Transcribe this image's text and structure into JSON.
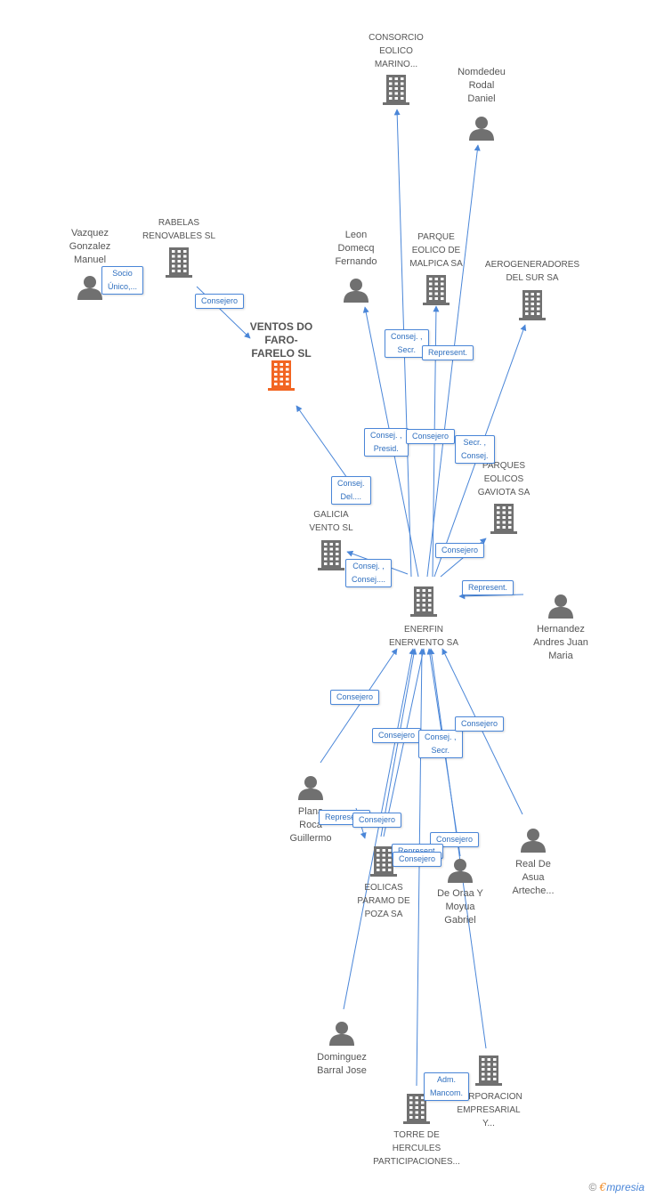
{
  "focus": {
    "name": "VENTOS DO FARO- FARELO SL"
  },
  "nodes": [
    {
      "id": "ventos",
      "type": "company",
      "focus": true,
      "lines": [
        "VENTOS DO",
        "FARO-",
        "FARELO SL"
      ]
    },
    {
      "id": "enerfin",
      "type": "company",
      "lines": [
        "ENERFIN",
        "ENERVENTO SA"
      ]
    },
    {
      "id": "consorcio",
      "type": "company",
      "lines": [
        "CONSORCIO",
        "EOLICO",
        "MARINO..."
      ]
    },
    {
      "id": "nomdedeu",
      "type": "person",
      "lines": [
        "Nomdedeu",
        "Rodal",
        "Daniel"
      ]
    },
    {
      "id": "vazquez",
      "type": "person",
      "lines": [
        "Vazquez",
        "Gonzalez",
        "Manuel"
      ]
    },
    {
      "id": "rabelas",
      "type": "company",
      "lines": [
        "RABELAS",
        "RENOVABLES SL"
      ]
    },
    {
      "id": "leon",
      "type": "person",
      "lines": [
        "Leon",
        "Domecq",
        "Fernando"
      ]
    },
    {
      "id": "parque_malpica",
      "type": "company",
      "lines": [
        "PARQUE",
        "EOLICO DE",
        "MALPICA SA"
      ]
    },
    {
      "id": "aerogeneradores",
      "type": "company",
      "lines": [
        "AEROGENERADORES",
        "DEL SUR SA"
      ]
    },
    {
      "id": "parques_gaviota",
      "type": "company",
      "lines": [
        "PARQUES",
        "EOLICOS",
        "GAVIOTA SA"
      ]
    },
    {
      "id": "galicia",
      "type": "company",
      "lines": [
        "GALICIA",
        "VENTO SL"
      ]
    },
    {
      "id": "hernandez",
      "type": "person",
      "lines": [
        "Hernandez",
        "Andres Juan",
        "Maria"
      ]
    },
    {
      "id": "plana",
      "type": "person",
      "lines": [
        "Plana",
        "Roca",
        "Guillermo"
      ]
    },
    {
      "id": "eolicas_paramo",
      "type": "company",
      "lines": [
        "EOLICAS",
        "PARAMO DE",
        "POZA SA"
      ]
    },
    {
      "id": "de_oraa",
      "type": "person",
      "lines": [
        "De Oraa Y",
        "Moyua",
        "Gabriel"
      ]
    },
    {
      "id": "real",
      "type": "person",
      "lines": [
        "Real De",
        "Asua",
        "Arteche..."
      ]
    },
    {
      "id": "dominguez",
      "type": "person",
      "lines": [
        "Dominguez",
        "Barral Jose"
      ]
    },
    {
      "id": "corporacion",
      "type": "company",
      "lines": [
        "CORPORACION",
        "EMPRESARIAL",
        "Y..."
      ]
    },
    {
      "id": "torre",
      "type": "company",
      "lines": [
        "TORRE DE",
        "HERCULES",
        "PARTICIPACIONES..."
      ]
    }
  ],
  "edge_labels": [
    {
      "id": "e1",
      "lines": [
        "Socio",
        "Único,..."
      ]
    },
    {
      "id": "e2",
      "lines": [
        "Consejero"
      ]
    },
    {
      "id": "e3",
      "lines": [
        "Consej. ,",
        "Secr."
      ]
    },
    {
      "id": "e4",
      "lines": [
        "Represent."
      ]
    },
    {
      "id": "e5",
      "lines": [
        "Consej. ,",
        "Presid."
      ]
    },
    {
      "id": "e6",
      "lines": [
        "Consejero"
      ]
    },
    {
      "id": "e7",
      "lines": [
        "Secr. ,",
        "Consej."
      ]
    },
    {
      "id": "e8",
      "lines": [
        "Consej.",
        "Del...."
      ]
    },
    {
      "id": "e9",
      "lines": [
        "Consejero"
      ]
    },
    {
      "id": "e10",
      "lines": [
        "Consej. ,",
        "Consej...."
      ]
    },
    {
      "id": "e11",
      "lines": [
        "Represent."
      ]
    },
    {
      "id": "e12",
      "lines": [
        "Consejero"
      ]
    },
    {
      "id": "e13",
      "lines": [
        "Consejero"
      ]
    },
    {
      "id": "e14",
      "lines": [
        "Consej. ,",
        "Secr."
      ]
    },
    {
      "id": "e15",
      "lines": [
        "Consejero"
      ]
    },
    {
      "id": "e16",
      "lines": [
        "Represent."
      ]
    },
    {
      "id": "e17",
      "lines": [
        "Consejero"
      ]
    },
    {
      "id": "e18",
      "lines": [
        "Consejero"
      ]
    },
    {
      "id": "e19",
      "lines": [
        "Represent."
      ]
    },
    {
      "id": "e20",
      "lines": [
        "Consejero"
      ]
    },
    {
      "id": "e21",
      "lines": [
        "Adm.",
        "Mancom."
      ]
    }
  ],
  "colors": {
    "edge": "#4a86d8",
    "company": "#707070",
    "focus_company": "#f26522",
    "person": "#707070",
    "label": "#555555"
  },
  "brand": {
    "copyright": "©",
    "e": "€",
    "rest": "mpresia"
  }
}
